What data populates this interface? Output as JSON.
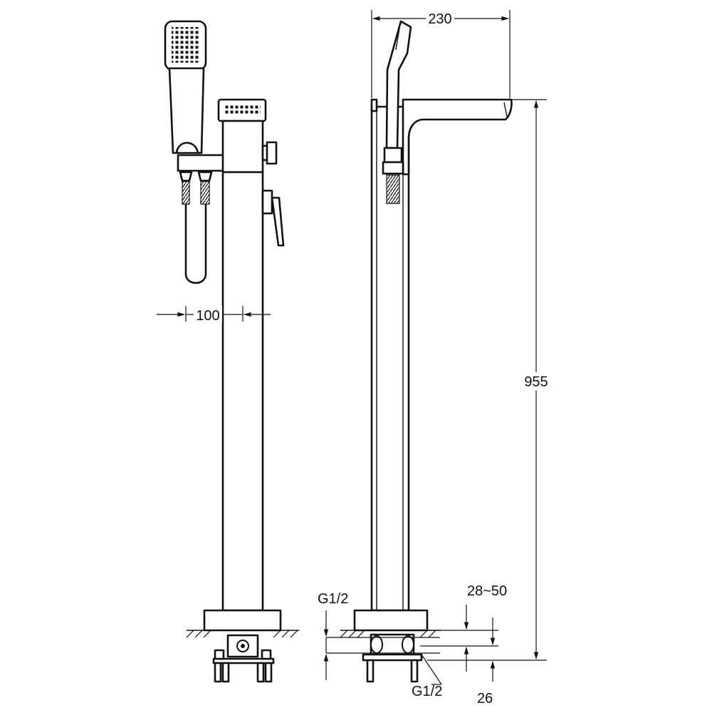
{
  "dimensions": {
    "spout_projection": "230",
    "total_height": "955",
    "handle_offset": "100",
    "mounting_thread_top": "G1/2",
    "mounting_thread_bottom": "G1/2",
    "floor_thickness_range": "28~50",
    "base_height": "26"
  },
  "icons": {
    "front_view": "front-view-faucet-icon",
    "side_view": "side-view-faucet-icon"
  }
}
